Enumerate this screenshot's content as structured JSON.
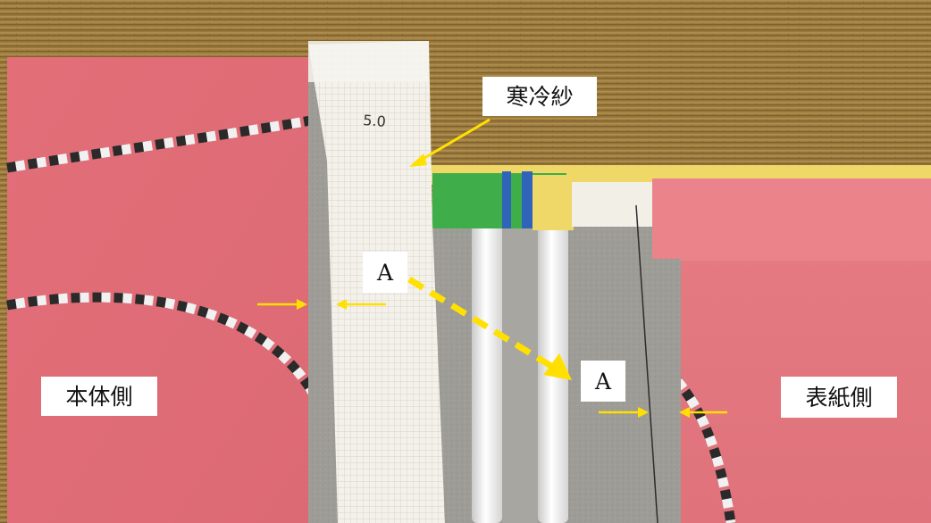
{
  "labels": {
    "kanreisha": "寒冷紗",
    "a_top": "A",
    "a_bottom": "A",
    "hontai_side": "本体側",
    "hyoshi_side": "表紙側"
  },
  "handwriting": "5.0",
  "colors": {
    "tatami": "#9b7a3c",
    "pink_board": "#e0727c",
    "gray_board": "#9c9a94",
    "gauze": "#f3f1ea",
    "annotation_yellow": "#ffe000",
    "tape_green": "#3fae4a",
    "tape_blue": "#2f64b8",
    "tape_yellow": "#efd868"
  }
}
